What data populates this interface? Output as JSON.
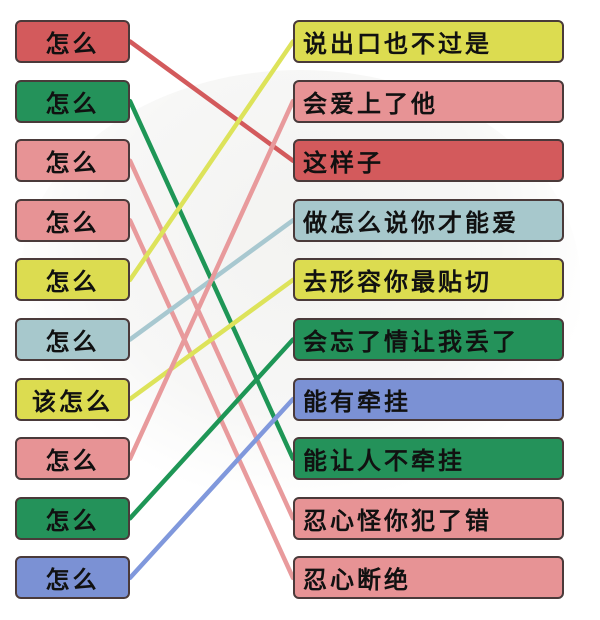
{
  "colors": {
    "red": "#d35a5c",
    "green": "#24925a",
    "pink": "#e79395",
    "yellow": "#dcdc50",
    "lightblue": "#a7c8cc",
    "blue": "#7b91d4",
    "line_red": "#d35a5c",
    "line_green": "#1e9656",
    "line_pink": "#e89a9c",
    "line_yellow": "#dde35a",
    "line_lightblue": "#a8c8d0",
    "line_blue": "#8098dc"
  },
  "left_items": [
    {
      "label": "怎么",
      "color": "red"
    },
    {
      "label": "怎么",
      "color": "green"
    },
    {
      "label": "怎么",
      "color": "pink"
    },
    {
      "label": "怎么",
      "color": "pink"
    },
    {
      "label": "怎么",
      "color": "yellow"
    },
    {
      "label": "怎么",
      "color": "lightblue"
    },
    {
      "label": "该怎么",
      "color": "yellow"
    },
    {
      "label": "怎么",
      "color": "pink"
    },
    {
      "label": "怎么",
      "color": "green"
    },
    {
      "label": "怎么",
      "color": "blue"
    }
  ],
  "right_items": [
    {
      "label": "说出口也不过是",
      "color": "yellow"
    },
    {
      "label": "会爱上了他",
      "color": "pink"
    },
    {
      "label": "这样子",
      "color": "red"
    },
    {
      "label": "做怎么说你才能爱",
      "color": "lightblue"
    },
    {
      "label": "去形容你最贴切",
      "color": "yellow"
    },
    {
      "label": "会忘了情让我丢了",
      "color": "green"
    },
    {
      "label": "能有牵挂",
      "color": "blue"
    },
    {
      "label": "能让人不牵挂",
      "color": "green"
    },
    {
      "label": "忍心怪你犯了错",
      "color": "pink"
    },
    {
      "label": "忍心断绝",
      "color": "pink"
    }
  ],
  "connections": [
    {
      "from": 0,
      "to": 2,
      "color": "line_red"
    },
    {
      "from": 1,
      "to": 7,
      "color": "line_green"
    },
    {
      "from": 2,
      "to": 8,
      "color": "line_pink"
    },
    {
      "from": 3,
      "to": 9,
      "color": "line_pink"
    },
    {
      "from": 4,
      "to": 0,
      "color": "line_yellow"
    },
    {
      "from": 5,
      "to": 3,
      "color": "line_lightblue"
    },
    {
      "from": 6,
      "to": 4,
      "color": "line_yellow"
    },
    {
      "from": 7,
      "to": 1,
      "color": "line_pink"
    },
    {
      "from": 8,
      "to": 5,
      "color": "line_green"
    },
    {
      "from": 9,
      "to": 6,
      "color": "line_blue"
    }
  ]
}
